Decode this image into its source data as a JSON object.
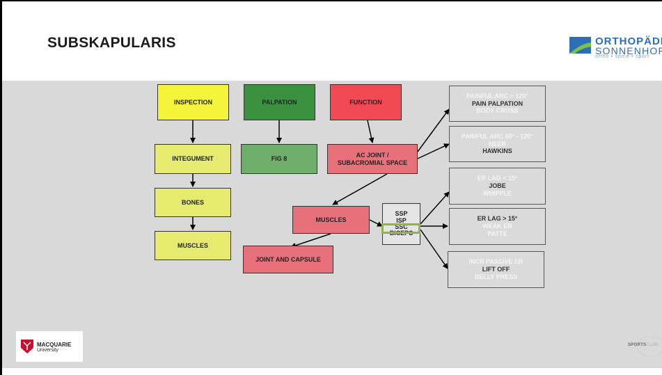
{
  "slide": {
    "title": "SUBSKAPULARIS",
    "colors": {
      "body_background": "#d9d9d9",
      "inspection": "#f4f43a",
      "inspection_children": "#e6eb70",
      "palpation": "#3b9140",
      "palpation_child": "#6fad6a",
      "function": "#f24a54",
      "function_children": "#e7717a",
      "tests": "#dadada",
      "highlight": "#8fb545"
    }
  },
  "logos": {
    "orthopaedie": {
      "line1": "ORTHOPÄDIE",
      "line2": "SONNENHOF",
      "line3": "ortho • spine • sport",
      "icon": "sonnenhof-logo-mark"
    },
    "macquarie": {
      "name": "MACQUARIE",
      "sub": "University",
      "icon": "macquarie-emblem"
    },
    "sportsclinic": {
      "text_dark": "SPORTS",
      "text_faint": "CLINI",
      "icon": "sportsclinic-logo"
    }
  },
  "diagram": {
    "inspection": "INSPECTION",
    "integument": "INTEGUMENT",
    "bones": "BONES",
    "muscles_inspection": "MUSCLES",
    "palpation": "PALPATION",
    "fig8": "FIG 8",
    "function": "FUNCTION",
    "ac_joint_line1": "AC JOINT /",
    "ac_joint_line2": "SUBACROMIAL SPACE",
    "muscles_function": "MUSCLES",
    "joint_capsule": "JOINT AND CAPSULE",
    "muscle_list": [
      "SSP",
      "ISP",
      "SSC",
      "BICEPS"
    ],
    "tests": {
      "group1": [
        "PAINFUL ARC > 120°",
        "PAIN PALPATION",
        "BODY CROSS"
      ],
      "group2": [
        "PAINFUL ARC 60°  - 120°",
        "NEER",
        "HAWKINS"
      ],
      "group3": [
        "ER LAG < 15°",
        "JOBE",
        "WHIPPLE"
      ],
      "group4": [
        "ER LAG > 15°",
        "WEAK ER",
        "PATTE"
      ],
      "group5": [
        "INCR PASSIVE ER",
        "LIFT OFF",
        "BELLY PRESS"
      ]
    }
  }
}
